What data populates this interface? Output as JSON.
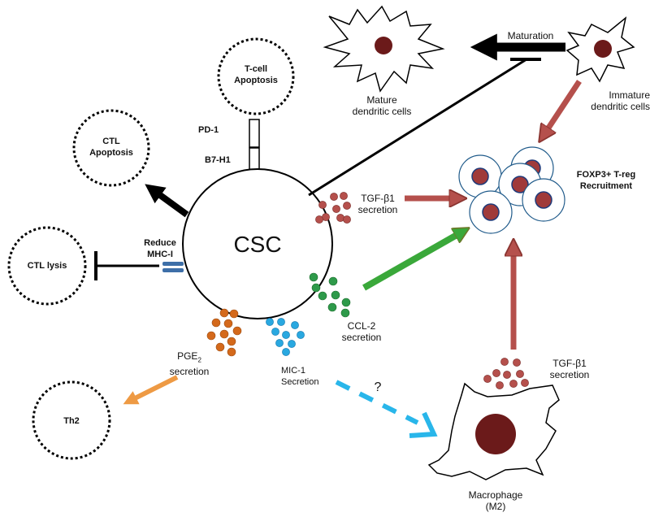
{
  "center": {
    "label": "CSC"
  },
  "nodes": {
    "tcell_line1": "T-cell",
    "tcell_line2": "Apoptosis",
    "ctl_apop_line1": "CTL",
    "ctl_apop_line2": "Apoptosis",
    "ctl_lysis": "CTL lysis",
    "th2": "Th2"
  },
  "labels": {
    "pd1": "PD-1",
    "b7h1": "B7-H1",
    "reduce_line1": "Reduce",
    "reduce_line2": "MHC-I",
    "maturation": "Maturation",
    "mature_line1": "Mature",
    "mature_line2": "dendritic cells",
    "immature_line1": "Immature",
    "immature_line2": "dendritic cells",
    "tgf_line1": "TGF-β1",
    "tgf_line2": "secretion",
    "foxp3_line1": "FOXP3+ T-reg",
    "foxp3_line2": "Recruitment",
    "ccl2_line1": "CCL-2",
    "ccl2_line2": "secretion",
    "pge_main": "PGE",
    "pge_sub": "2",
    "pge_line2": "secretion",
    "mic1_line1": "MIC-1",
    "mic1_line2": "Secretion",
    "question": "?",
    "tgf2_line1": "TGF-β1",
    "tgf2_line2": "secretion",
    "macrophage_line1": "Macrophage",
    "macrophage_line2": "(M2)"
  },
  "colors": {
    "tgf_dots": "#b5504c",
    "ccl2_dots": "#2e9a4a",
    "pge_dots": "#d4691b",
    "mic1_dots": "#29a8e0",
    "treg_arrow": "#b5504c",
    "ccl2_arrow": "#3aa83a",
    "pge_arrow": "#ee9a44",
    "mic1_arrow": "#29b6ea",
    "nucleus": "#6b1a1a",
    "mhc": "#3e6fa8"
  }
}
